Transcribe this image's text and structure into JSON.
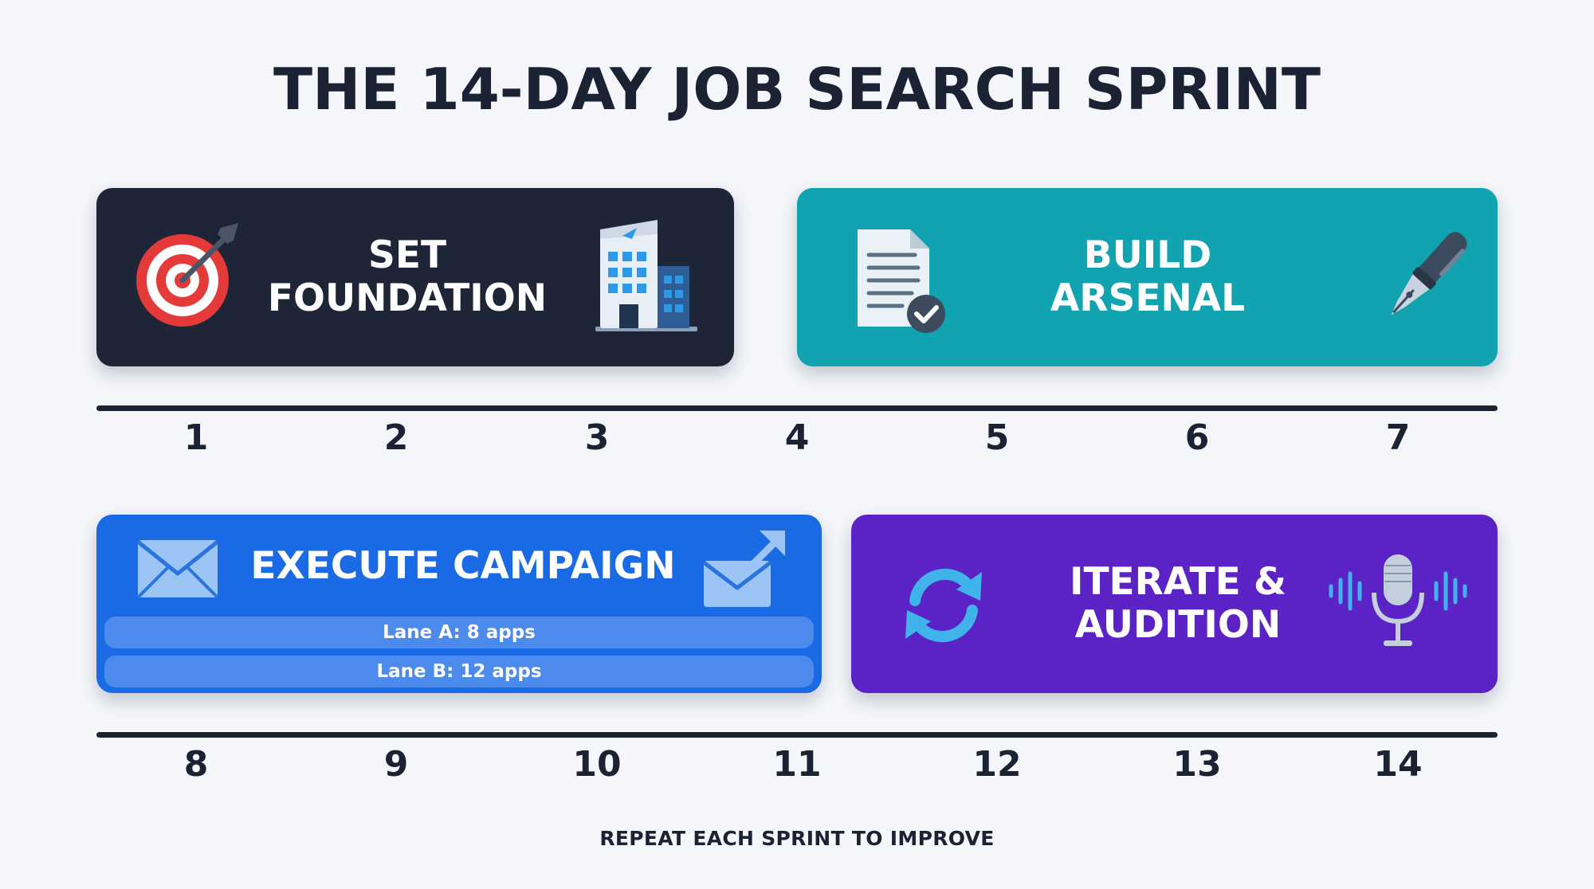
{
  "title": "THE 14-DAY JOB SEARCH SPRINT",
  "phases": [
    {
      "line1": "SET",
      "line2": "FOUNDATION",
      "color": "#1d2536",
      "icon_left": "target-icon",
      "icon_right": "office-building-icon"
    },
    {
      "line1": "BUILD",
      "line2": "ARSENAL",
      "color": "#11a3b0",
      "icon_left": "document-check-icon",
      "icon_right": "fountain-pen-icon"
    },
    {
      "line1": "EXECUTE CAMPAIGN",
      "color": "#1a6ae6",
      "icon_left": "envelope-icon",
      "icon_right": "envelope-send-icon",
      "lanes": [
        "Lane A: 8 apps",
        "Lane B: 12 apps"
      ]
    },
    {
      "line1": "ITERATE &",
      "line2": "AUDITION",
      "color": "#5b23c6",
      "icon_left": "refresh-cycle-icon",
      "icon_right": "microphone-icon"
    }
  ],
  "week1_days": [
    "1",
    "2",
    "3",
    "4",
    "5",
    "6",
    "7"
  ],
  "week2_days": [
    "8",
    "9",
    "10",
    "11",
    "12",
    "13",
    "14"
  ],
  "footer": "REPEAT EACH SPRINT TO IMPROVE"
}
